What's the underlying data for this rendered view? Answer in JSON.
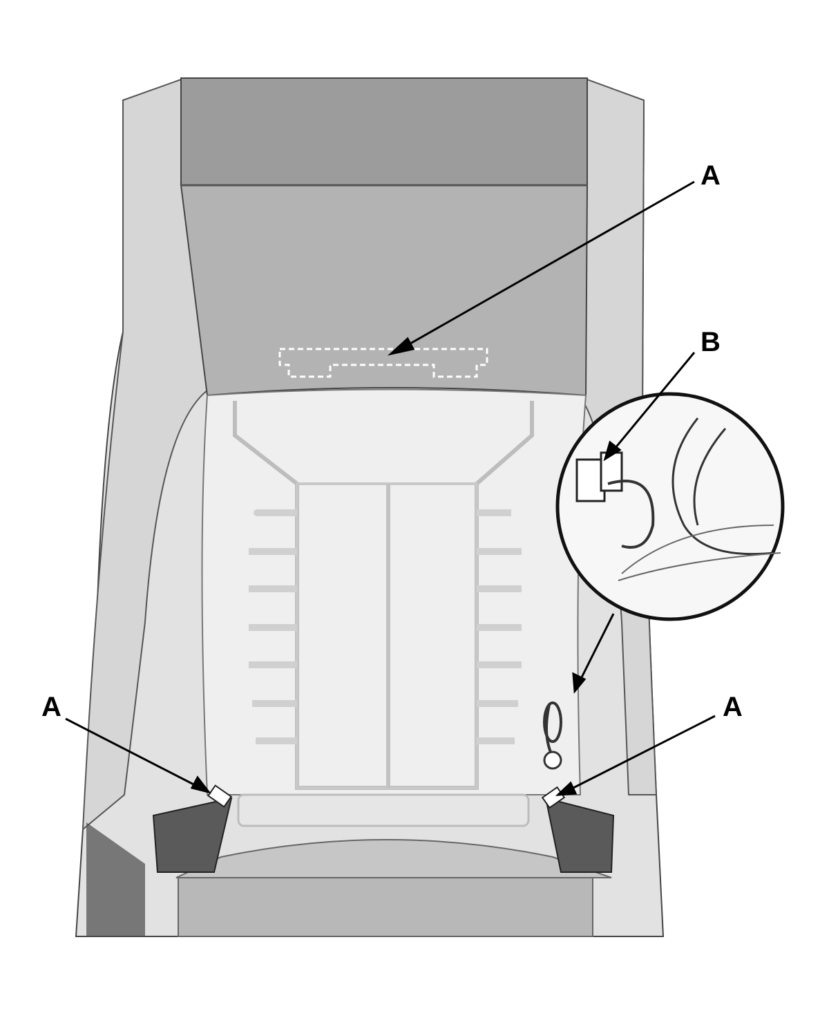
{
  "callouts": {
    "a_top": "A",
    "b": "B",
    "a_left": "A",
    "a_right": "A"
  },
  "colors": {
    "headrest_dark": "#9c9c9c",
    "headrest_light": "#b3b3b3",
    "seat_panel": "#dcdcdc",
    "frame_area": "#efefef",
    "bracket_dark": "#5a5a5a",
    "outline": "#222222"
  }
}
